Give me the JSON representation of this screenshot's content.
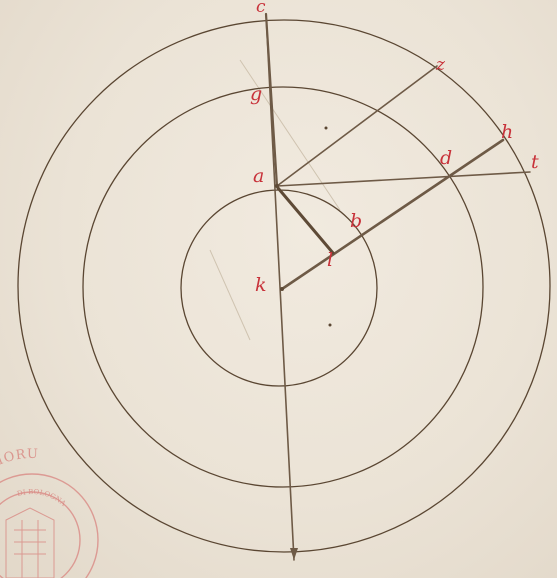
{
  "figure": {
    "labels": {
      "c": "c",
      "z": "z",
      "g": "g",
      "h": "h",
      "d": "d",
      "t": "t",
      "a": "a",
      "b": "b",
      "l": "l",
      "k": "k"
    }
  },
  "stamp": {
    "outer_text": "R STUDIORU",
    "inner_text": "DI BOLOGNA"
  },
  "colors": {
    "paper": "#ece4d8",
    "ink": "#5a4632",
    "letters": "#c8323a",
    "stamp": "#d98a84"
  }
}
